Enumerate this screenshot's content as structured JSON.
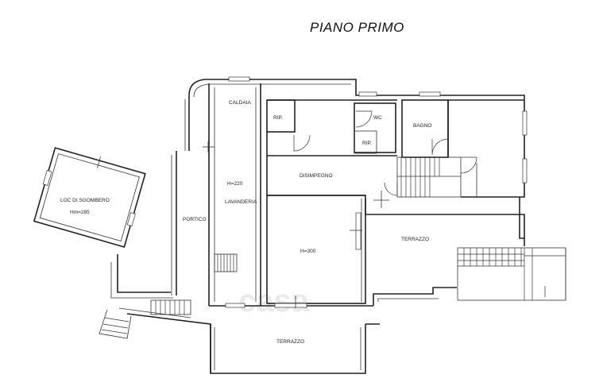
{
  "title": "PIANO PRIMO",
  "rooms": {
    "caldaia": "CALDAIA",
    "rip1": "RIP.",
    "wc": "WC",
    "rip2": "RIP.",
    "bagno": "BAGNO",
    "disimpegno": "DISIMPEGNO",
    "h220": "H=220",
    "lavanderia": "LAVANDERIA",
    "loc_sgombero": "LOC DI SGOMBERO",
    "hm285": "Hm=285",
    "portico": "PORTICO",
    "h300": "H=300",
    "terrazzo_right": "TERRAZZO",
    "terrazzo_bottom": "TERRAZZO"
  },
  "watermark": "casa"
}
